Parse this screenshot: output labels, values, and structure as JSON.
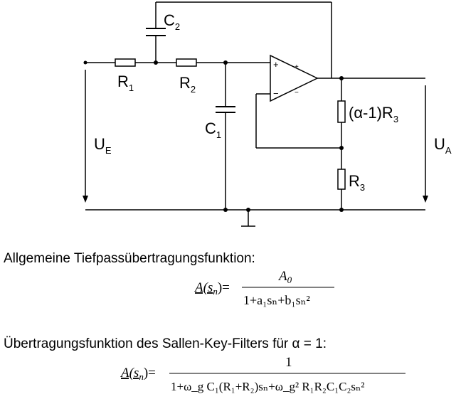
{
  "circuit": {
    "r1": {
      "main": "R",
      "sub": "1"
    },
    "r2": {
      "main": "R",
      "sub": "2"
    },
    "c1": {
      "main": "C",
      "sub": "1"
    },
    "c2": {
      "main": "C",
      "sub": "2"
    },
    "r3": {
      "main": "R",
      "sub": "3"
    },
    "r_alpha": {
      "main": "(α-1)R",
      "sub": "3"
    },
    "ue": {
      "main": "U",
      "sub": "E"
    },
    "ua": {
      "main": "U",
      "sub": "A"
    },
    "opamp_plus": "+",
    "opamp_minus": "−"
  },
  "text": {
    "general_heading": "Allgemeine Tiefpassübertragungsfunktion:",
    "sallen_heading": "Übertragungsfunktion des Sallen-Key-Filters für α = 1:"
  },
  "formula1": {
    "lhs": "A(s",
    "lhs_sub": "n",
    "lhs_close": ")=",
    "numerator": "A",
    "numerator_sub": "0",
    "denominator": "1+a₁sₙ+b₁sₙ²"
  },
  "formula2": {
    "lhs": "A(s",
    "lhs_sub": "n",
    "lhs_close": ")=",
    "numerator": "1",
    "denominator": "1+ω_g C₁(R₁+R₂)sₙ+ω_g² R₁R₂C₁C₂sₙ²"
  }
}
